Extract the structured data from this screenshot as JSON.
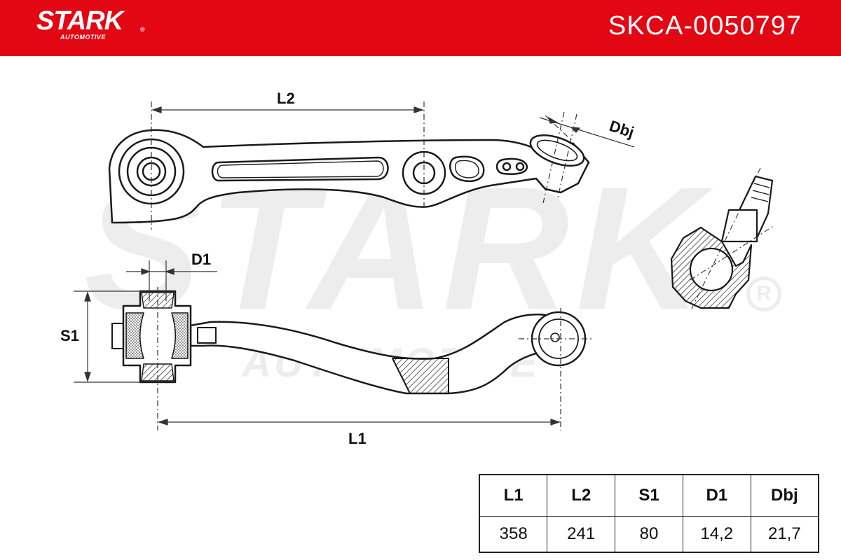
{
  "header": {
    "brand_name": "STARK",
    "brand_reg": "®",
    "brand_sub": "AUTOMOTIVE",
    "part_number": "SKCA-0050797",
    "color": "#e30613"
  },
  "watermark": {
    "text": "STARK",
    "sub": "AUTOMOTIVE",
    "reg": "R"
  },
  "dimensions": {
    "l1": "L1",
    "l2": "L2",
    "s1": "S1",
    "d1": "D1",
    "dbj": "Dbj"
  },
  "specs": {
    "headers": [
      "L1",
      "L2",
      "S1",
      "D1",
      "Dbj"
    ],
    "values": [
      "358",
      "241",
      "80",
      "14,2",
      "21,7"
    ]
  }
}
